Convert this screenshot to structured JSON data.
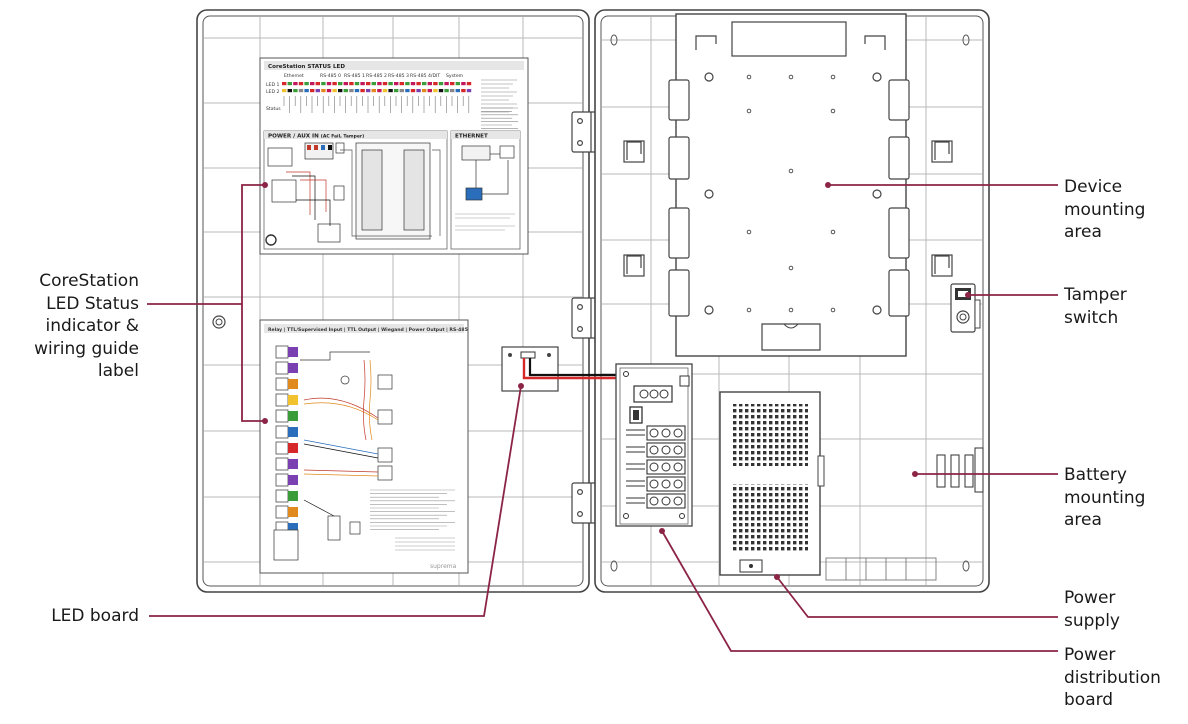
{
  "colors": {
    "callout": "#8b2445",
    "outline": "#444444",
    "grid": "#b8b8b8",
    "wire_red": "#d62828",
    "wire_black": "#111111"
  },
  "labels": {
    "led_status": [
      "CoreStation",
      "LED Status",
      "indicator &",
      "wiring guide",
      "label"
    ],
    "led_board": [
      "LED board"
    ],
    "device_area": [
      "Device",
      "mounting",
      "area"
    ],
    "tamper": [
      "Tamper",
      "switch"
    ],
    "battery": [
      "Battery",
      "mounting",
      "area"
    ],
    "power_supply": [
      "Power",
      "supply"
    ],
    "pdb": [
      "Power",
      "distribution",
      "board"
    ]
  },
  "top_label": {
    "title": "CoreStation STATUS LED",
    "power_section": "POWER / AUX IN",
    "power_sub": "(AC Fail, Tamper)",
    "ethernet_section": "ETHERNET",
    "status_groups": [
      "Ethernet",
      "RS-485 0",
      "RS-485 1",
      "RS-485 2",
      "RS-485 3",
      "RS-485 4/DIT",
      "System"
    ],
    "led_rows": [
      "LED 1",
      "LED 2",
      "Status"
    ]
  },
  "bottom_label": {
    "title": "Relay | TTL/Supervised Input | TTL Output | Wiegand | Power Output | RS-485",
    "brand": "suprema"
  }
}
